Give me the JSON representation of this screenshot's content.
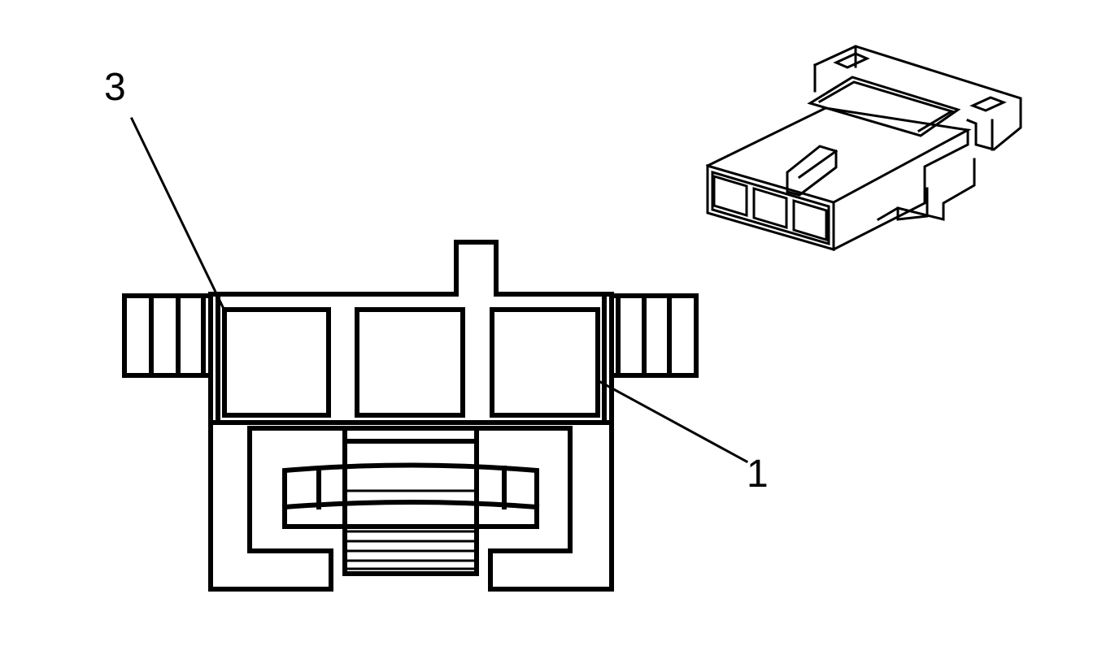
{
  "diagram": {
    "callouts": [
      {
        "id": "pin-3-callout",
        "text": "3"
      },
      {
        "id": "pin-1-callout",
        "text": "1"
      }
    ],
    "colors": {
      "ink": "#000000",
      "paper": "#ffffff"
    }
  }
}
